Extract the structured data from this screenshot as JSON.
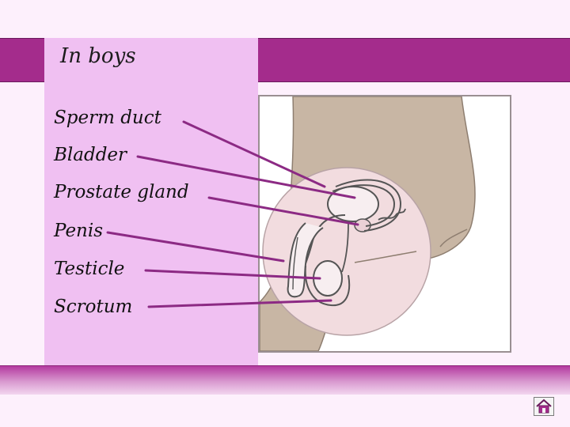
{
  "panel": {
    "title": "In boys"
  },
  "labels": [
    "Sperm duct",
    "Bladder",
    "Prostate gland",
    "Penis",
    "Testicle",
    "Scrotum"
  ],
  "colors": {
    "accent": "#a42c8c",
    "panel": "#f0c0f2",
    "leader": "#8c2a84",
    "skin": "#c8b6a4",
    "organ_bg": "#f2dcdf"
  },
  "icons": {
    "home": "home-icon"
  }
}
